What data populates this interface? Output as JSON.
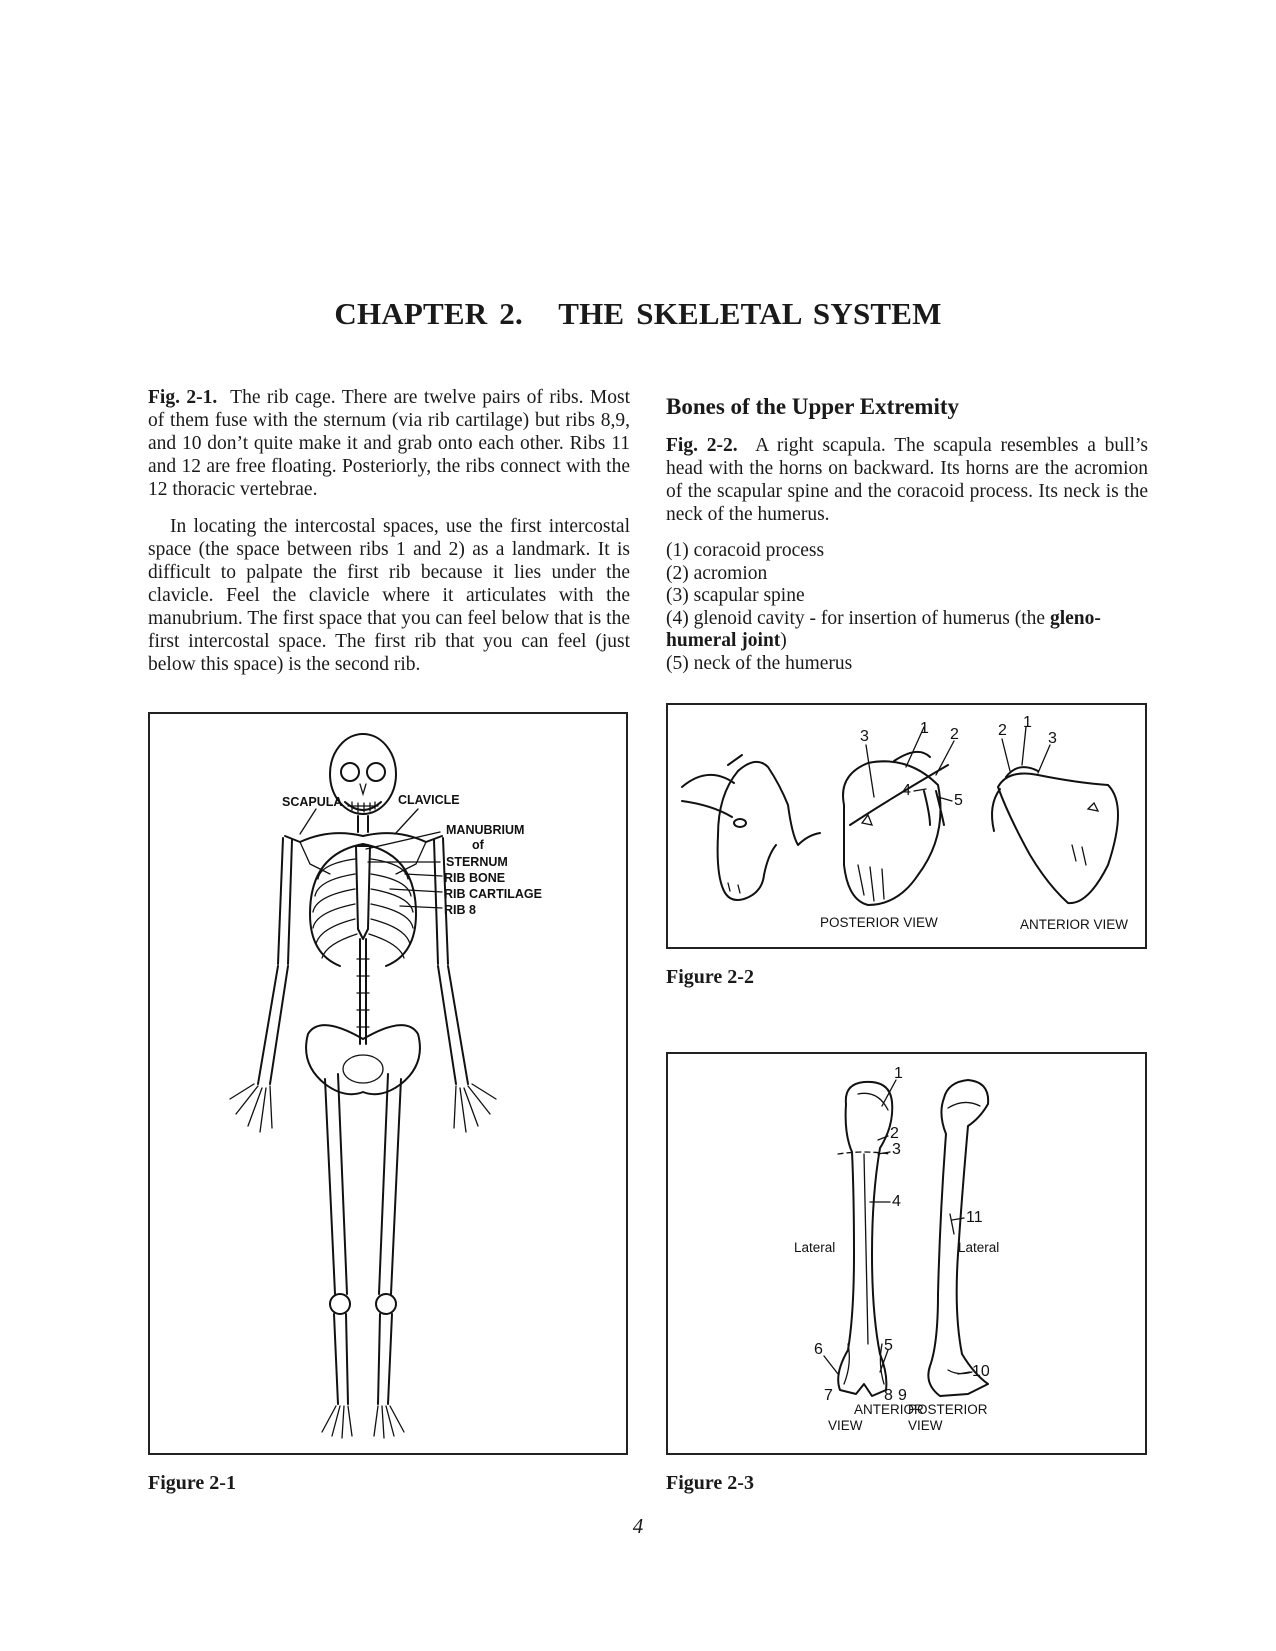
{
  "chapter_title": "CHAPTER 2.   THE SKELETAL SYSTEM",
  "left_column": {
    "fig1_label": "Fig. 2-1.",
    "fig1_text": "The rib cage. There are twelve pairs of ribs. Most of them fuse with the sternum (via rib cartilage) but ribs 8,9, and 10 don’t quite make it and grab onto each other. Ribs 11 and 12 are free floating. Posteriorly, the ribs connect with the 12 thoracic vertebrae.",
    "paragraph2": "In locating the intercostal spaces, use the first intercostal space (the space between ribs 1 and 2) as a landmark. It is difficult to palpate the first rib because it lies under the clavicle. Feel the clavicle where it articulates with the manubrium. The first space that you can feel below that is the first intercostal space. The first rib that you can feel (just below this space) is the second rib."
  },
  "right_column": {
    "heading": "Bones of the Upper Extremity",
    "fig2_label": "Fig. 2-2.",
    "fig2_text": "A right scapula. The scapula resembles a bull’s head with the horns on backward. Its horns are the acromion of the scapular spine and the coracoid process. Its neck is the neck of the humerus.",
    "list": [
      "(1)  coracoid process",
      "(2)  acromion",
      "(3)  scapular spine",
      "(4)  glenoid cavity - for insertion of humerus (the ",
      "(5)  neck of the humerus"
    ],
    "list_item4_bold": "gleno-humeral joint",
    "list_item4_end": ")"
  },
  "figure1": {
    "caption": "Figure 2-1",
    "labels": {
      "scapula": "SCAPULA",
      "clavicle": "CLAVICLE",
      "manubrium": "MANUBRIUM",
      "of": "of",
      "sternum": "STERNUM",
      "rib_bone": "RIB BONE",
      "rib_cartilage": "RIB CARTILAGE",
      "rib8": "RIB 8"
    }
  },
  "figure2": {
    "caption": "Figure 2-2",
    "posterior_view": "POSTERIOR VIEW",
    "anterior_view": "ANTERIOR VIEW",
    "numbers": [
      "1",
      "2",
      "3",
      "4",
      "5"
    ]
  },
  "figure3": {
    "caption": "Figure 2-3",
    "lateral": "Lateral",
    "anterior_view_1": "ANTERIOR",
    "anterior_view_2": "VIEW",
    "posterior_view_1": "POSTERIOR",
    "posterior_view_2": "VIEW",
    "numbers": [
      "1",
      "2",
      "3",
      "4",
      "5",
      "6",
      "7",
      "8",
      "9",
      "10",
      "11"
    ]
  },
  "page_number": "4"
}
